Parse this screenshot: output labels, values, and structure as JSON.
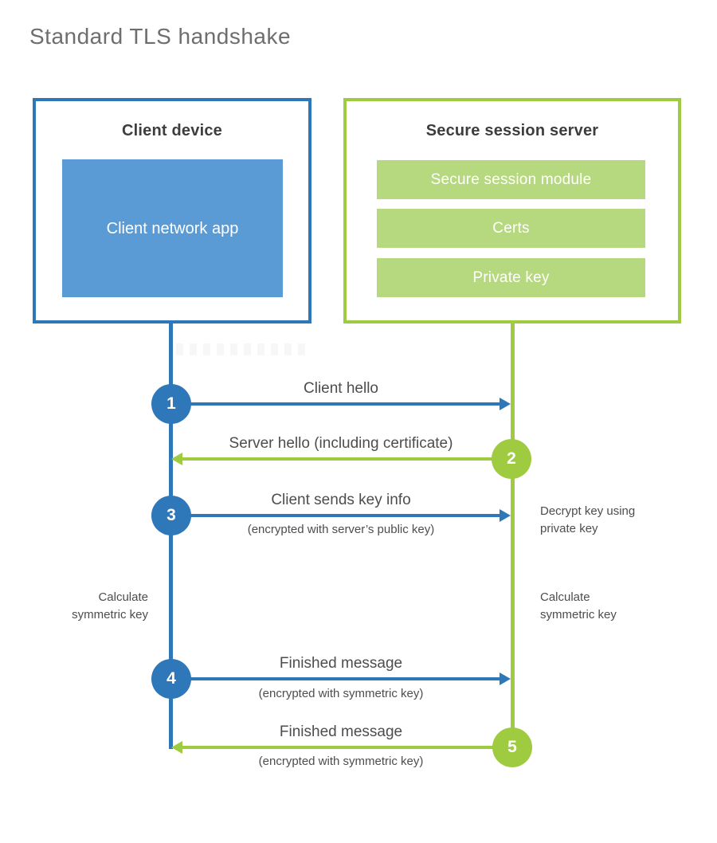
{
  "title": "Standard TLS handshake",
  "client": {
    "header": "Client device",
    "app_label": "Client network app"
  },
  "server": {
    "header": "Secure session server",
    "modules": [
      "Secure session module",
      "Certs",
      "Private key"
    ]
  },
  "steps": [
    {
      "number": "1",
      "direction": "right",
      "label": "Client hello",
      "sublabel": ""
    },
    {
      "number": "2",
      "direction": "left",
      "label": "Server hello (including certificate)",
      "sublabel": ""
    },
    {
      "number": "3",
      "direction": "right",
      "label": "Client sends key info",
      "sublabel": "(encrypted with server’s public key)"
    },
    {
      "number": "4",
      "direction": "right",
      "label": "Finished message",
      "sublabel": "(encrypted with symmetric key)"
    },
    {
      "number": "5",
      "direction": "left",
      "label": "Finished message",
      "sublabel": "(encrypted with symmetric key)"
    }
  ],
  "notes": {
    "decrypt": "Decrypt key using private key",
    "calculate_left": "Calculate symmetric key",
    "calculate_right": "Calculate symmetric key"
  },
  "colors": {
    "blue": "#2e77b8",
    "light_blue": "#5b9bd5",
    "green": "#9ecb3f",
    "light_green": "#b6d87f",
    "title_gray": "#6e6e6e",
    "heading_gray": "#3d3d3d",
    "label_gray": "#4d4d4d"
  }
}
